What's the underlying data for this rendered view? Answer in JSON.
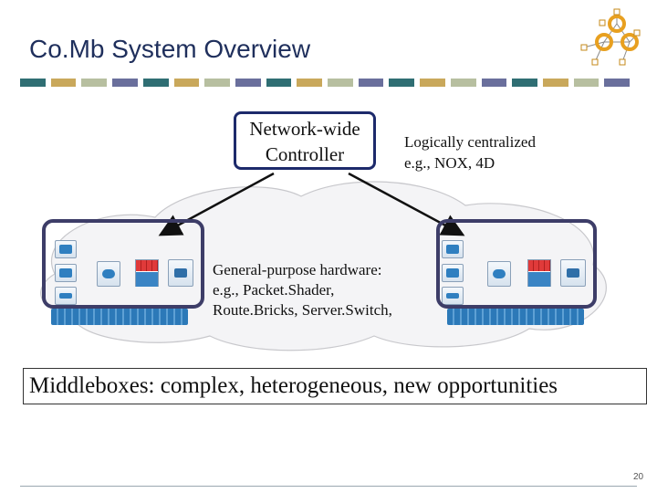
{
  "slide": {
    "title": "Co.Mb System Overview",
    "page_number": "20"
  },
  "controller": {
    "label_line1": "Network-wide",
    "label_line2": "Controller"
  },
  "logical_note": {
    "line1": "Logically centralized",
    "line2": "e.g., NOX, 4D"
  },
  "hardware_note": {
    "line1": "General-purpose hardware:",
    "line2": "e.g., Packet.Shader,",
    "line3": "Route.Bricks, Server.Switch,"
  },
  "banner": {
    "text": "Middleboxes: complex, heterogeneous, new opportunities"
  },
  "colors": {
    "title": "#1f2f5c",
    "stripe": [
      "#2f6e73",
      "#c9a85b",
      "#b7bfa0",
      "#6a6f9c",
      "#2f6e73",
      "#c9a85b",
      "#b7bfa0",
      "#6a6f9c",
      "#2f6e73",
      "#c9a85b",
      "#b7bfa0",
      "#6a6f9c",
      "#2f6e73",
      "#c9a85b",
      "#b7bfa0",
      "#6a6f9c",
      "#2f6e73",
      "#c9a85b",
      "#b7bfa0",
      "#6a6f9c"
    ],
    "box_border": "#3d3d68",
    "controller_border": "#1d2a6b",
    "logo_node": "#e8a020"
  },
  "icons": {
    "logo": "network-graph-logo",
    "cloud": "cloud-icon",
    "firewall": "firewall-icon",
    "switch": "switch-icon",
    "router": "router-icon",
    "server": "server-icon"
  }
}
